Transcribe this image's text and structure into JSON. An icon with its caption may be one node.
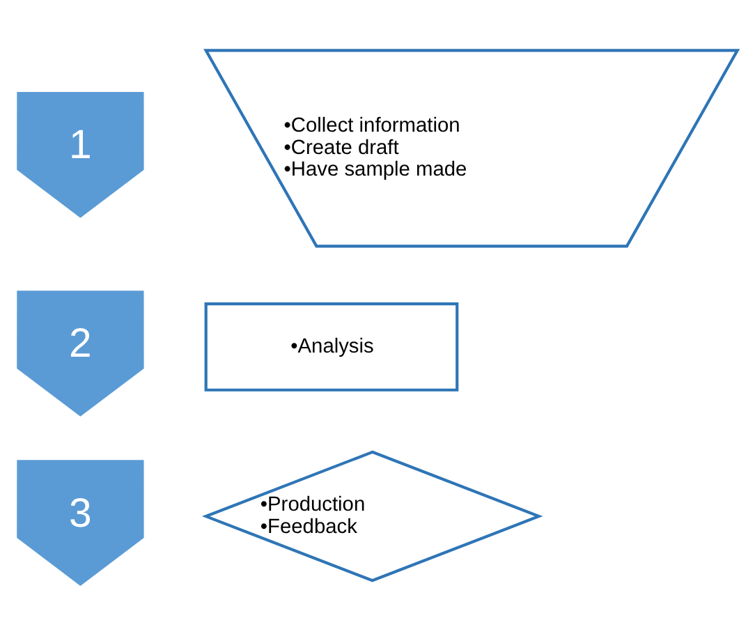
{
  "diagram": {
    "nodes": [
      {
        "text": [
          "1"
        ]
      },
      {
        "text": [
          "•Collect information",
          "•Create draft",
          "•Have sample made"
        ]
      },
      {
        "text": [
          "2"
        ]
      },
      {
        "text": [
          "•Analysis"
        ]
      },
      {
        "text": [
          "3"
        ]
      },
      {
        "text": [
          "•Production",
          "•Feedback"
        ]
      }
    ]
  }
}
